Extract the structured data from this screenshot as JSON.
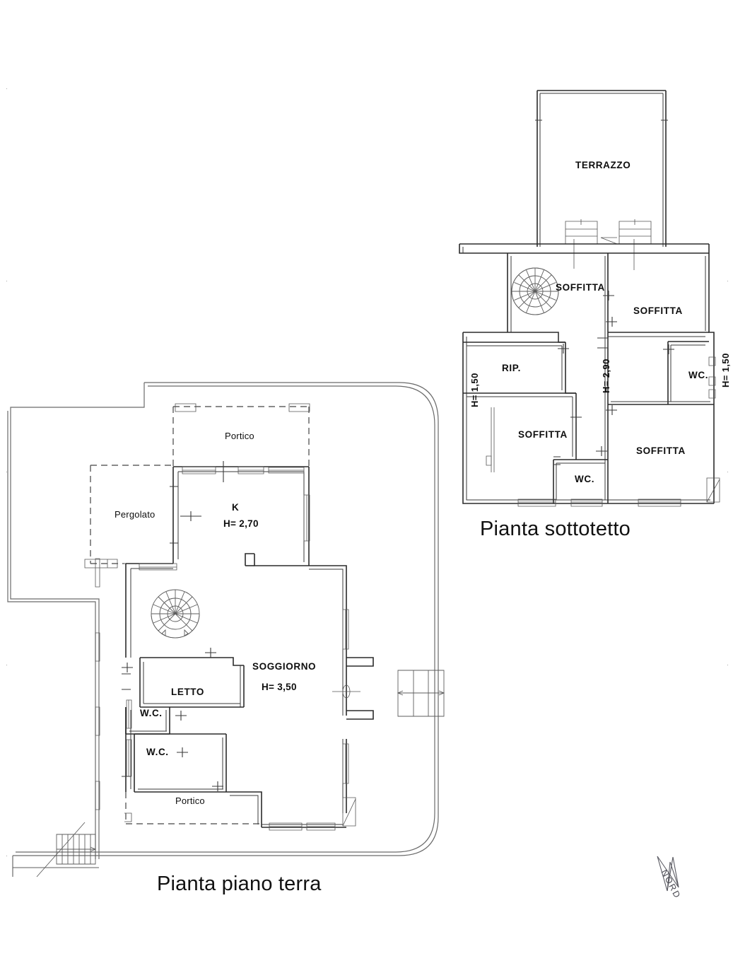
{
  "document": {
    "kind": "architectural-floor-plan",
    "language": "it",
    "background_color": "#ffffff",
    "line_color": "#2b2b2b"
  },
  "ground_floor": {
    "title": "Pianta piano terra",
    "rooms": [
      {
        "id": "portico_top",
        "label": "Portico",
        "style": "light"
      },
      {
        "id": "pergolato",
        "label": "Pergolato",
        "style": "light"
      },
      {
        "id": "kitchen",
        "label": "K",
        "style": "caps",
        "height_label": "H= 2,70"
      },
      {
        "id": "soggiorno",
        "label": "SOGGIORNO",
        "style": "caps",
        "height_label": "H= 3,50"
      },
      {
        "id": "letto",
        "label": "LETTO",
        "style": "caps"
      },
      {
        "id": "wc_upper",
        "label": "W.C.",
        "style": "caps"
      },
      {
        "id": "wc_lower",
        "label": "W.C.",
        "style": "caps"
      },
      {
        "id": "portico_bot",
        "label": "Portico",
        "style": "light"
      }
    ]
  },
  "attic_floor": {
    "title": "Pianta sottotetto",
    "rooms": [
      {
        "id": "terrazzo",
        "label": "TERRAZZO",
        "style": "caps"
      },
      {
        "id": "soffitta_nw",
        "label": "SOFFITTA",
        "style": "caps"
      },
      {
        "id": "soffitta_ne",
        "label": "SOFFITTA",
        "style": "caps"
      },
      {
        "id": "rip",
        "label": "RIP.",
        "style": "caps"
      },
      {
        "id": "soffitta_w",
        "label": "SOFFITTA",
        "style": "caps"
      },
      {
        "id": "soffitta_se",
        "label": "SOFFITTA",
        "style": "caps"
      },
      {
        "id": "wc_east",
        "label": "WC.",
        "style": "caps"
      },
      {
        "id": "wc_center",
        "label": "WC.",
        "style": "caps"
      }
    ],
    "height_labels": [
      {
        "id": "h_west",
        "label": "H= 1,50",
        "orientation": "vertical"
      },
      {
        "id": "h_center",
        "label": "H= 2,90",
        "orientation": "vertical"
      },
      {
        "id": "h_east",
        "label": "H= 1,50",
        "orientation": "vertical"
      }
    ]
  },
  "compass": {
    "label": "NORD",
    "icon": "north-arrow-icon"
  }
}
